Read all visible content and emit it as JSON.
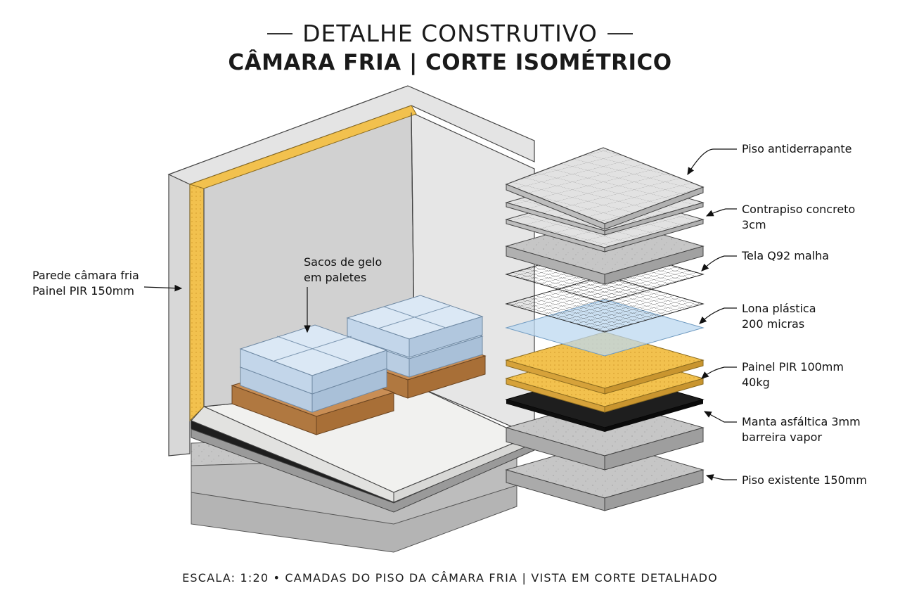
{
  "header": {
    "title": "DETALHE CONSTRUTIVO",
    "subtitle": "CÂMARA FRIA | CORTE ISOMÉTRICO"
  },
  "labels": {
    "wall_line1": "Parede câmara fria",
    "wall_line2": "Painel PIR 150mm",
    "ice_line1": "Sacos de gelo",
    "ice_line2": "em paletes",
    "layers": [
      {
        "line1": "Piso antiderrapante",
        "line2": ""
      },
      {
        "line1": "Contrapiso concreto",
        "line2": "3cm"
      },
      {
        "line1": "Tela Q92 malha",
        "line2": ""
      },
      {
        "line1": "Lona plástica",
        "line2": "200 micras"
      },
      {
        "line1": "Painel PIR 100mm",
        "line2": "40kg"
      },
      {
        "line1": "Manta asfáltica 3mm",
        "line2": "barreira vapor"
      },
      {
        "line1": "Piso existente 150mm",
        "line2": ""
      }
    ]
  },
  "footer": {
    "text": "ESCALA: 1:20 • CAMADAS DO PISO DA CÂMARA FRIA | VISTA EM CORTE DETALHADO"
  },
  "colors": {
    "concrete": "#c9c9c9",
    "panel_yellow": "#f2c14e",
    "asphalt": "#1e1e1e",
    "vapor_film": "#bcd8f0",
    "wall_face": "#d6d6d6",
    "floor_white": "#f1f1ef",
    "pallet_wood": "#c98e55",
    "ice_bag": "#cfe0f0"
  }
}
